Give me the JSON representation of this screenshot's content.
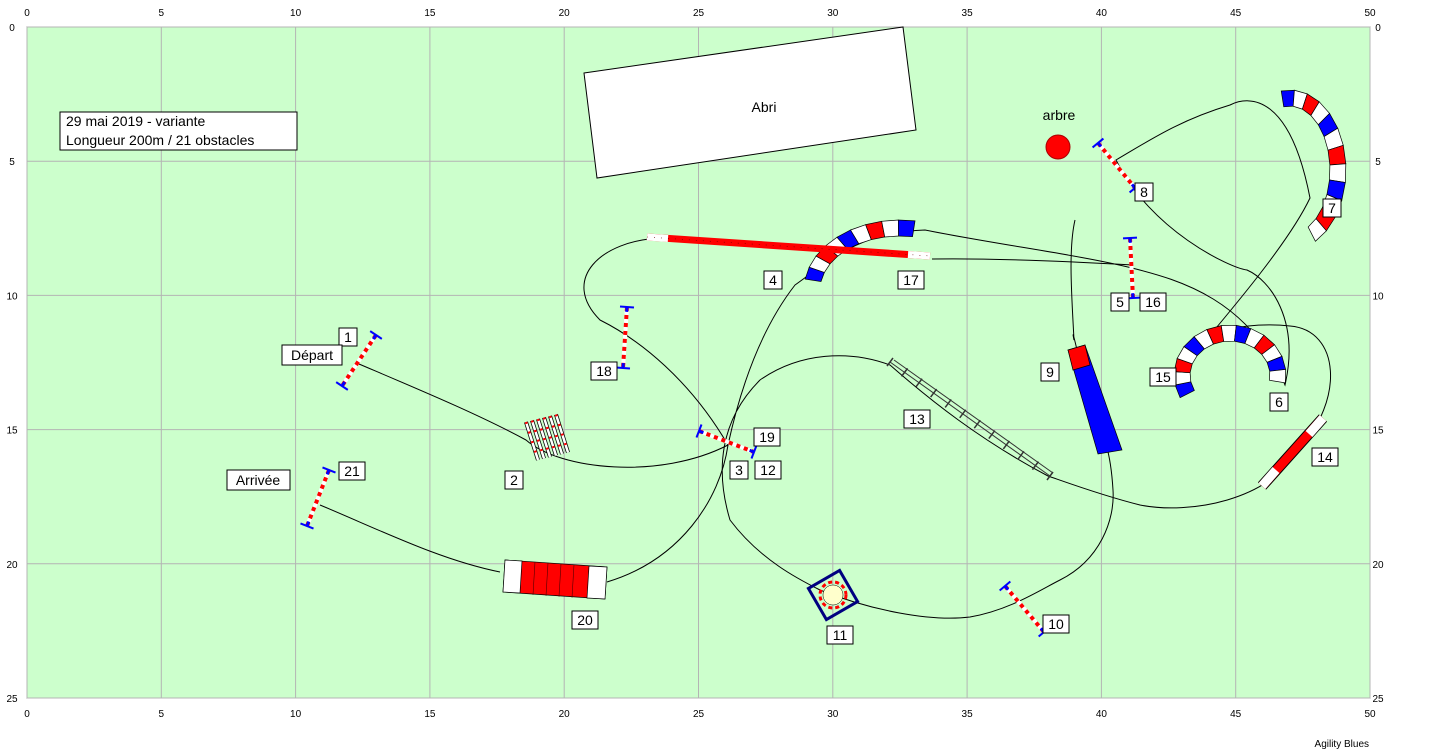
{
  "field": {
    "x_range": [
      0,
      50
    ],
    "y_range": [
      0,
      25
    ],
    "x_ticks": [
      0,
      5,
      10,
      15,
      20,
      25,
      30,
      35,
      40,
      45,
      50
    ],
    "y_ticks": [
      0,
      5,
      10,
      15,
      20,
      25
    ],
    "background_color": "#ccffcc",
    "grid_color": "#b4b4b4"
  },
  "info_box": {
    "line1": "29 mai 2019 - variante",
    "line2": "Longueur 200m / 21 obstacles"
  },
  "shelter_label": "Abri",
  "tree_label": "arbre",
  "start_label": "Départ",
  "finish_label": "Arrivée",
  "signature": "Agility Blues",
  "obstacle_numbers": [
    "1",
    "2",
    "3",
    "4",
    "5",
    "6",
    "7",
    "8",
    "9",
    "10",
    "11",
    "12",
    "13",
    "14",
    "15",
    "16",
    "17",
    "18",
    "19",
    "20",
    "21"
  ],
  "colors": {
    "red": "#ff0000",
    "blue": "#0000ff",
    "path": "#000000",
    "frame": "#000080"
  }
}
